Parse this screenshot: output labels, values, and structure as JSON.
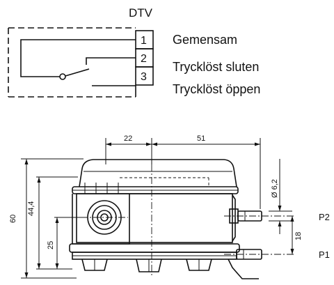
{
  "schematic": {
    "title": "DTV",
    "terminals": [
      {
        "number": "1",
        "label": "Gemensam"
      },
      {
        "number": "2",
        "label": "Trycklöst sluten"
      },
      {
        "number": "3",
        "label": "Trycklöst öppen"
      }
    ]
  },
  "drawing": {
    "dimensions": {
      "width_left": "22",
      "width_right": "51",
      "height_total": "60",
      "height_body": "44,4",
      "height_port": "25",
      "port_diameter": "Ø 6,2",
      "port_spacing": "18"
    },
    "ports": {
      "p2": "P2",
      "p1": "P1"
    }
  }
}
